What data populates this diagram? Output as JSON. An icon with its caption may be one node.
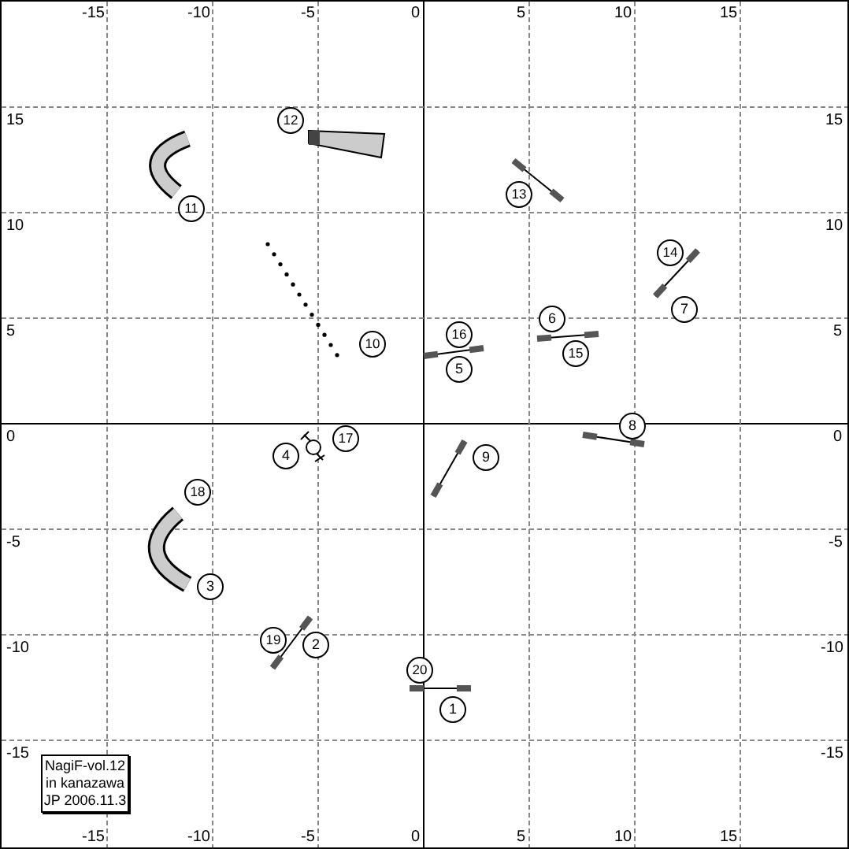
{
  "diagram": {
    "nodes": [
      {
        "text": [
          "1"
        ]
      },
      {
        "text": [
          "2"
        ]
      },
      {
        "text": [
          "3"
        ]
      },
      {
        "text": [
          "4"
        ]
      },
      {
        "text": [
          "5"
        ]
      },
      {
        "text": [
          "6"
        ]
      },
      {
        "text": [
          "7"
        ]
      },
      {
        "text": [
          "8"
        ]
      },
      {
        "text": [
          "9"
        ]
      },
      {
        "text": [
          "10"
        ]
      },
      {
        "text": [
          "11"
        ]
      },
      {
        "text": [
          "12"
        ]
      },
      {
        "text": [
          "13"
        ]
      },
      {
        "text": [
          "14"
        ]
      },
      {
        "text": [
          "15"
        ]
      },
      {
        "text": [
          "16"
        ]
      },
      {
        "text": [
          "17"
        ]
      },
      {
        "text": [
          "18"
        ]
      },
      {
        "text": [
          "19"
        ]
      },
      {
        "text": [
          "20"
        ]
      },
      {
        "text": [
          "NagiF-vol.12 in kanazawa JP 2006.11.3"
        ]
      }
    ],
    "edges": [],
    "labels": [
      "-15",
      "-10",
      "-5",
      "0",
      "5",
      "10",
      "15",
      "15",
      "15",
      "10",
      "10",
      "5",
      "5",
      "0",
      "0",
      "-5",
      "-5",
      "-10",
      "-10",
      "-15",
      "-15",
      "-15",
      "-10",
      "-5",
      "0",
      "5",
      "10",
      "15"
    ]
  }
}
